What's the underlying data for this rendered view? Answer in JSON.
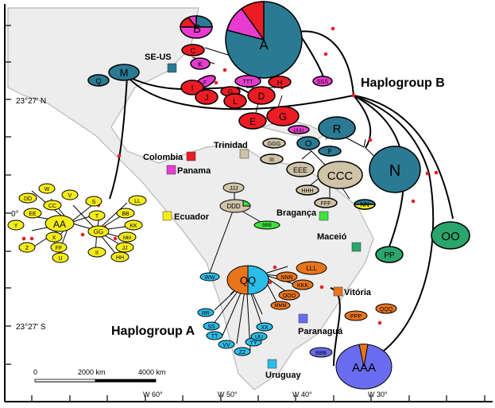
{
  "colors": {
    "teal": "#2b7a93",
    "red": "#ec1c24",
    "magenta": "#e83cd0",
    "yellow": "#f5ec1a",
    "cyan": "#2bbde8",
    "orange": "#e8741c",
    "tan": "#cfc3a8",
    "green": "#2aa56b",
    "lightgreen": "#3fe23c",
    "blue": "#6a6cf0",
    "land": "#ededed",
    "coast": "#b8b8b8"
  },
  "haplogroup_labels": {
    "b": "Haplogroup B",
    "a": "Haplogroup A"
  },
  "lat_labels": {
    "north": "23°27' N",
    "equator": "0°",
    "south": "23°27' S"
  },
  "lon_labels": {
    "w60": "W 60°",
    "w50": "W 50°",
    "w40": "W 40°",
    "w30": "W 30°"
  },
  "scale": {
    "zero": "0",
    "mid": "2000 km",
    "end": "4000 km"
  },
  "locations": [
    {
      "key": "seus",
      "label": "SE-US",
      "color": "#2b7a93"
    },
    {
      "key": "colombia",
      "label": "Colombia",
      "color": "#ec1c24"
    },
    {
      "key": "panama",
      "label": "Panama",
      "color": "#e83cd0"
    },
    {
      "key": "trinidad",
      "label": "Trinidad",
      "color": "#cfc3a8"
    },
    {
      "key": "ecuador",
      "label": "Ecuador",
      "color": "#f5ec1a"
    },
    {
      "key": "braganca",
      "label": "Bragança",
      "color": "#3fe23c"
    },
    {
      "key": "maceio",
      "label": "Maceió",
      "color": "#2aa56b"
    },
    {
      "key": "vitoria",
      "label": "Vitória",
      "color": "#e8741c"
    },
    {
      "key": "paranagua",
      "label": "Paranaguá",
      "color": "#6a6cf0"
    },
    {
      "key": "uruguay",
      "label": "Uruguay",
      "color": "#2bbde8"
    }
  ],
  "haplotypes": {
    "A": "A",
    "B": "B",
    "C": "C",
    "K": "K",
    "F": "F",
    "I": "I",
    "J": "J",
    "TTT": "TTT",
    "G1": "G",
    "H": "H",
    "D": "D",
    "L": "L",
    "E": "E",
    "G2": "G",
    "SSS": "SSS",
    "M": "M",
    "Q": "Q",
    "R": "R",
    "O": "O",
    "UUU": "UUU",
    "P": "P",
    "GGG": "GGG",
    "III": "III",
    "EEE": "EEE",
    "CCC": "CCC",
    "N": "N",
    "HHH": "HHH",
    "FFF": "FFF",
    "NN": "NN",
    "OO": "OO",
    "PP": "PP",
    "W": "W",
    "V": "V",
    "DD": "DD",
    "CC": "CC",
    "EE": "EE",
    "Y": "Y",
    "AA": "AA",
    "S": "S",
    "T": "T",
    "LL": "LL",
    "BB": "BB",
    "KK": "KK",
    "X": "X",
    "GG": "GG",
    "Z": "Z",
    "FF": "FF",
    "U": "U",
    "II": "II",
    "MM": "MM",
    "JJ": "JJ",
    "HH": "HH",
    "JJJ": "JJJ",
    "DDD": "DDD",
    "BBB2": "BBB",
    "WW": "WW",
    "QQ": "QQ",
    "LLL": "LLL",
    "NNN": "NNN",
    "KKK": "KKK",
    "OOO": "OOO",
    "MMM": "MMM",
    "RR": "RR",
    "SS": "SS",
    "TT": "TT",
    "VV": "VV",
    "ZZ": "ZZ",
    "YY": "YY",
    "XX": "XX",
    "UU": "UU",
    "PPP": "PPP",
    "QQQ": "QQQ",
    "BBB": "BBB",
    "AAA": "AAA"
  }
}
